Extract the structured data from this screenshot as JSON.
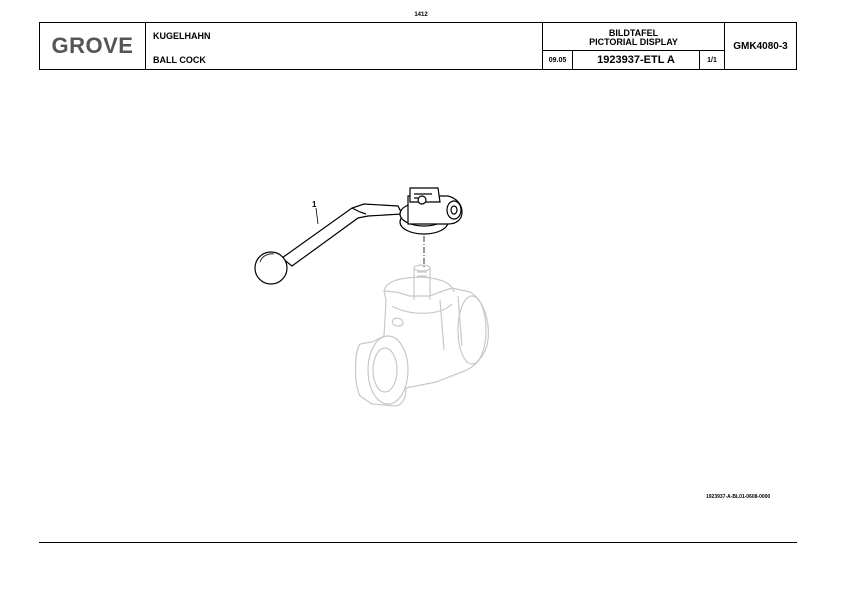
{
  "page_number": "1412",
  "title_block": {
    "logo": "GROVE",
    "description_de": "KUGELHAHN",
    "description_en": "BALL COCK",
    "display_de": "BILDTAFEL",
    "display_en": "PICTORIAL DISPLAY",
    "date": "09.05",
    "document_number": "1923937-ETL A",
    "sheet": "1/1",
    "model": "GMK4080-3"
  },
  "drawing": {
    "callouts": [
      "1"
    ],
    "reference": "1923937-A-BL01-0608-0000"
  }
}
